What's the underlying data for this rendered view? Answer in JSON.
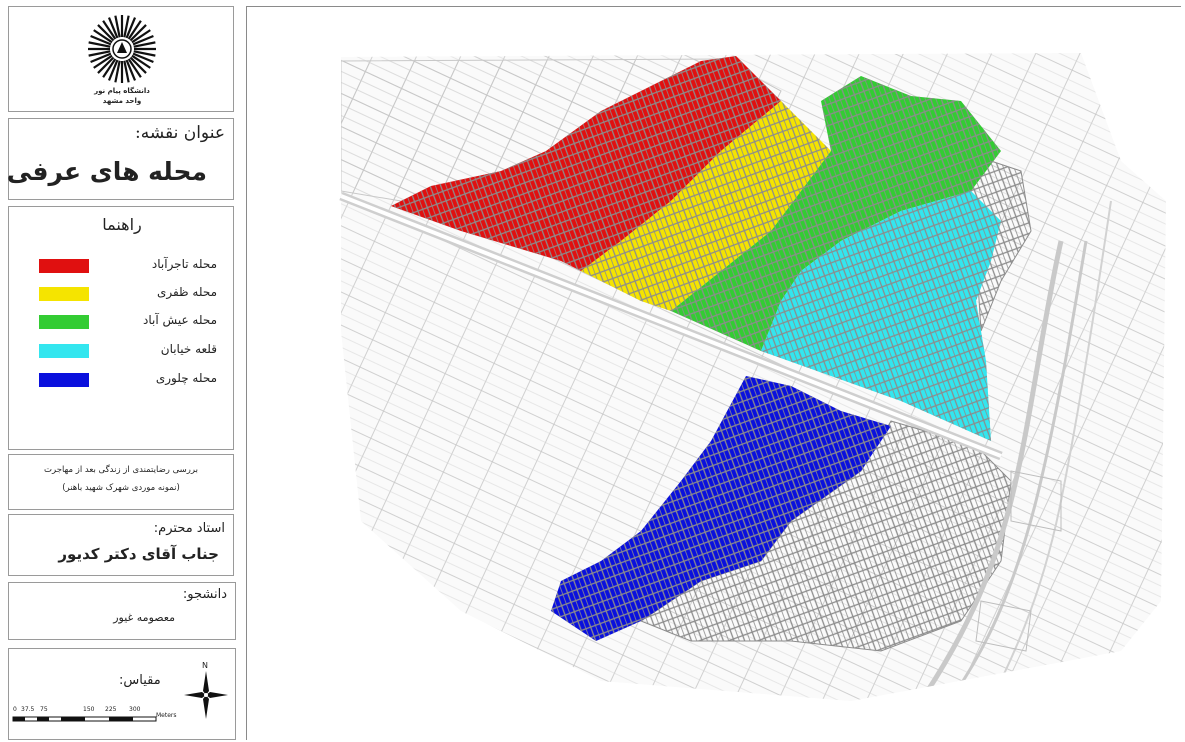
{
  "university": {
    "line1": "دانشگاه پیام نور",
    "line2": "واحد مشهد"
  },
  "map_title": {
    "label": "عنوان نقشه:",
    "value": "محله های عرفی"
  },
  "legend": {
    "title": "راهنما",
    "items": [
      {
        "label": "محله تاجرآباد",
        "color": "#e01010"
      },
      {
        "label": "محله ظفری",
        "color": "#f5e400"
      },
      {
        "label": "محله عیش آباد",
        "color": "#33cc33"
      },
      {
        "label": "قلعه خیابان",
        "color": "#33e6ef"
      },
      {
        "label": "محله چلوری",
        "color": "#0a10dd"
      }
    ]
  },
  "study": {
    "line1": "بررسی رضایتمندی از زندگی بعد از مهاجرت",
    "line2": "(نمونه موردی شهرک شهید باهنر)"
  },
  "professor": {
    "label": "استاد محترم:",
    "name": "جناب آقای دکتر کدیور"
  },
  "student": {
    "label": "دانشجو:",
    "name": "معصومه غیور"
  },
  "scale": {
    "label": "مقیاس:",
    "north": "N",
    "ticks": [
      "0",
      "37.5",
      "75",
      "150",
      "225",
      "300"
    ],
    "unit": "Meters"
  },
  "colors": {
    "tajerabad": "#e01010",
    "zafari": "#f5e400",
    "eishabad": "#33cc33",
    "ghale_khiaban": "#33e6ef",
    "chalouri": "#0a10dd",
    "parcel_lines": "#8c8c8c",
    "road": "#bdbdbd"
  }
}
